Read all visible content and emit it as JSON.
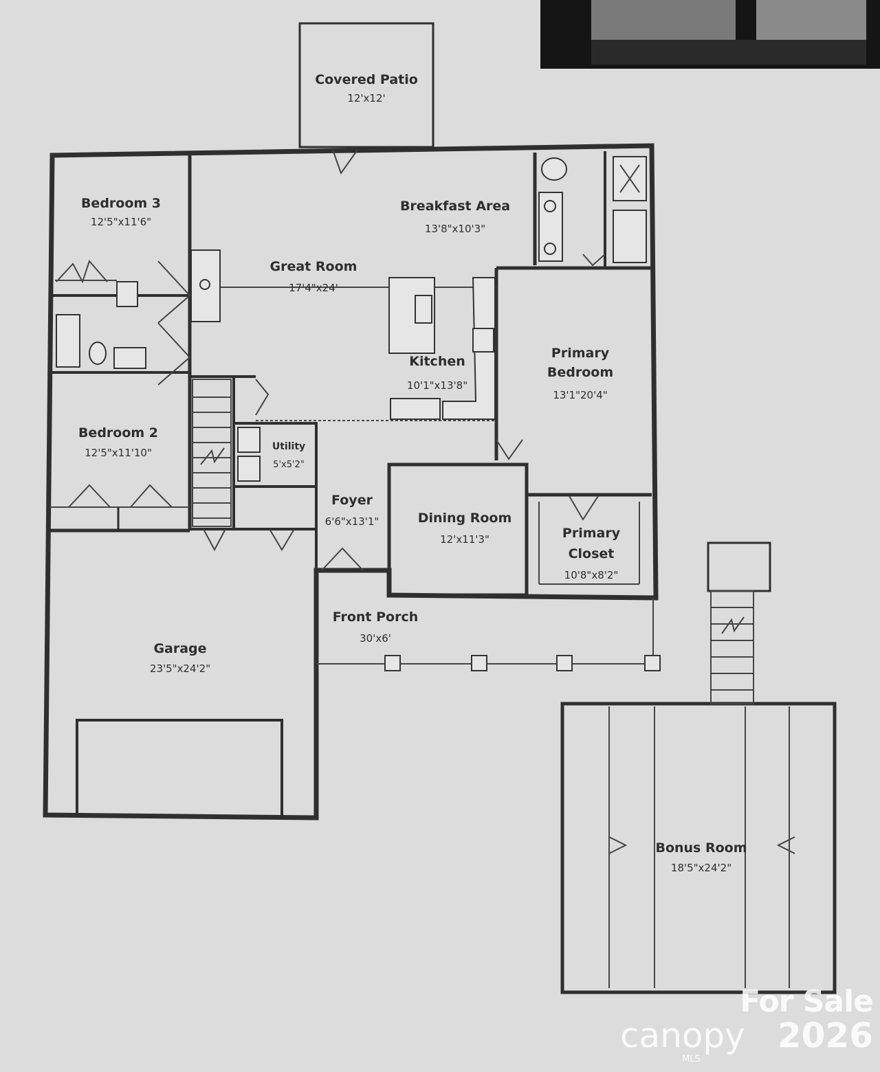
{
  "rooms": {
    "covered_patio": {
      "name": "Covered Patio",
      "dim": "12'x12'"
    },
    "bedroom3": {
      "name": "Bedroom 3",
      "dim": "12'5\"x11'6\""
    },
    "breakfast": {
      "name": "Breakfast Area",
      "dim": "13'8\"x10'3\""
    },
    "great_room": {
      "name": "Great Room",
      "dim": "17'4\"x24'"
    },
    "kitchen": {
      "name": "Kitchen",
      "dim": "10'1\"x13'8\""
    },
    "primary_bedroom": {
      "name_line1": "Primary",
      "name_line2": "Bedroom",
      "dim": "13'1\"20'4\""
    },
    "bedroom2": {
      "name": "Bedroom 2",
      "dim": "12'5\"x11'10\""
    },
    "utility": {
      "name": "Utility",
      "dim": "5'x5'2\""
    },
    "foyer": {
      "name": "Foyer",
      "dim": "6'6\"x13'1\""
    },
    "dining": {
      "name": "Dining Room",
      "dim": "12'x11'3\""
    },
    "primary_closet": {
      "name_line1": "Primary",
      "name_line2": "Closet",
      "dim": "10'8\"x8'2\""
    },
    "front_porch": {
      "name": "Front Porch",
      "dim": "30'x6'"
    },
    "garage": {
      "name": "Garage",
      "dim": "23'5\"x24'2\""
    },
    "bonus_room": {
      "name": "Bonus Room",
      "dim": "18'5\"x24'2\""
    }
  },
  "watermark": {
    "for_sale": "For Sale",
    "brand": "canopy",
    "year": "2026",
    "mls": "MLS"
  }
}
